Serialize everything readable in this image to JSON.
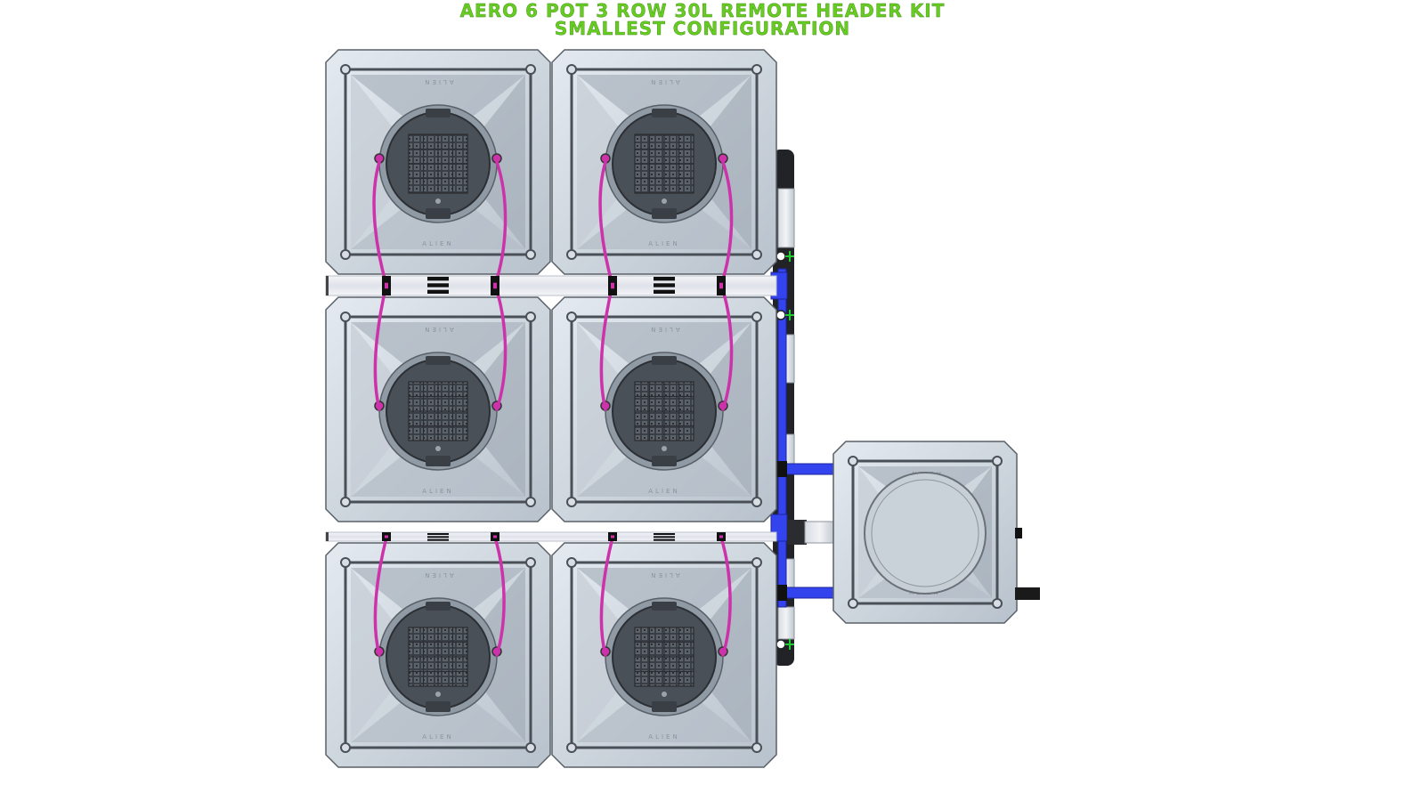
{
  "title": {
    "line1": "AERO 6 POT 3 ROW 30L REMOTE HEADER KIT",
    "line2": "SMALLEST CONFIGURATION"
  },
  "layout": {
    "pot_count": 6,
    "rows": 3,
    "columns": 2,
    "reservoir_count": 1
  },
  "labels": {
    "pot_brand": "ALIEN"
  },
  "colors": {
    "title": "#66cc22",
    "pot_body": "#c9d2db",
    "pot_dark": "#4a5058",
    "hose": "#cc33aa",
    "pipe": "#3344ee",
    "valve": "#22cc33"
  }
}
